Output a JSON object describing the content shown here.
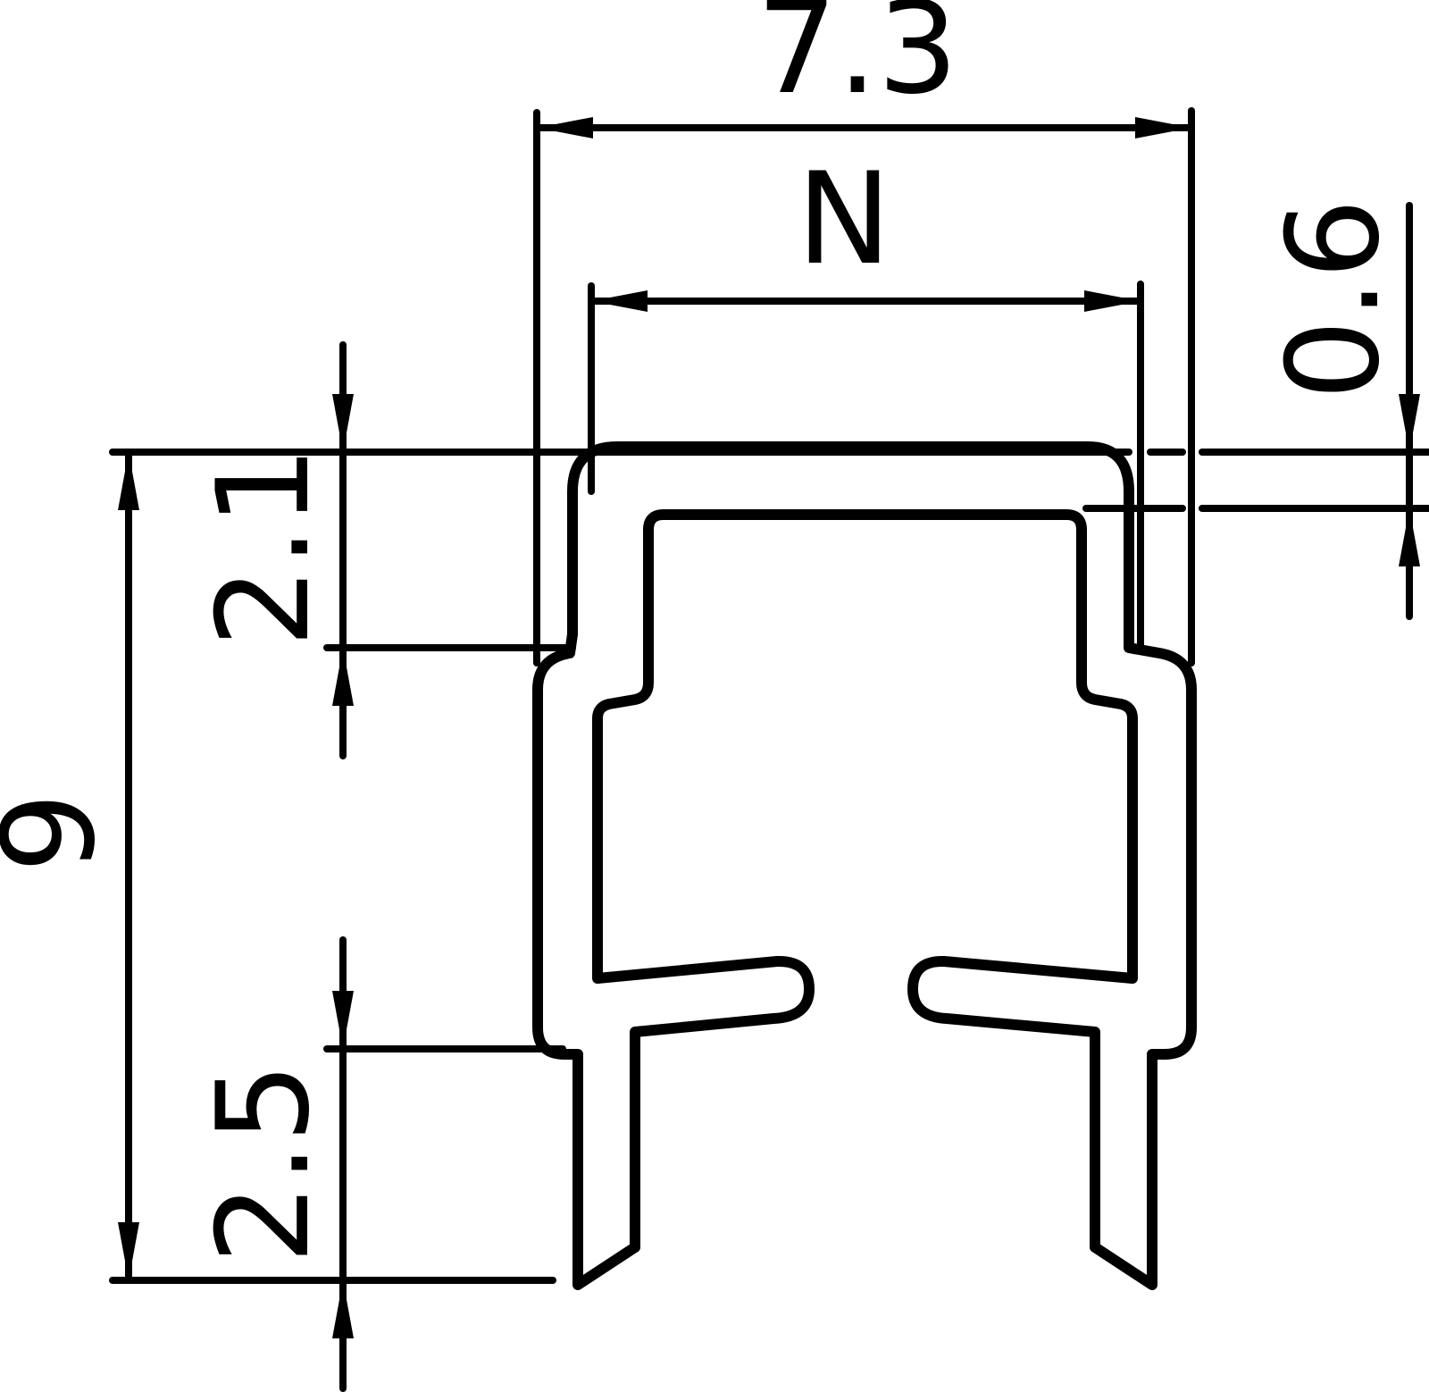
{
  "dimensions": {
    "overall_width": "7.3",
    "inner_width": "N",
    "wall_thickness": "0.6",
    "total_height": "9",
    "top_section_height": "2.1",
    "bottom_leg_height": "2.5"
  }
}
